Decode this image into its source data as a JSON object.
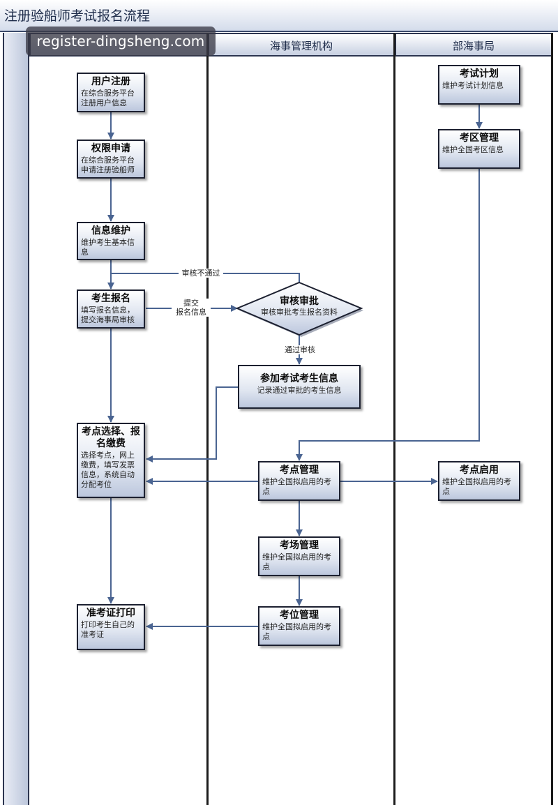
{
  "title": "注册验船师考试报名流程",
  "watermark": "register-dingsheng.com",
  "lanes": {
    "left": "",
    "middle": "海事管理机构",
    "right": "部海事局"
  },
  "nodes": {
    "user_register": {
      "title": "用户注册",
      "desc": "在综合服务平台注册用户信息"
    },
    "permission_apply": {
      "title": "权限申请",
      "desc": "在综合服务平台申请注册验船师"
    },
    "info_maintain": {
      "title": "信息维护",
      "desc": "维护考生基本信息"
    },
    "candidate_register": {
      "title": "考生报名",
      "desc": "填写报名信息，提交海事局审核"
    },
    "site_select_pay": {
      "title": "考点选择、报名缴费",
      "desc": "选择考点，网上缴费，填写发票信息，系统自动分配考位"
    },
    "ticket_print": {
      "title": "准考证打印",
      "desc": "打印考生自己的准考证"
    },
    "review_approve": {
      "title": "审核审批",
      "desc": "审核审批考生报名资料"
    },
    "join_exam_info": {
      "title": "参加考试考生信息",
      "desc": "记录通过审批的考生信息"
    },
    "site_manage": {
      "title": "考点管理",
      "desc": "维护全国拟启用的考点"
    },
    "venue_manage": {
      "title": "考场管理",
      "desc": "维护全国拟启用的考点"
    },
    "seat_manage": {
      "title": "考位管理",
      "desc": "维护全国拟启用的考点"
    },
    "exam_plan": {
      "title": "考试计划",
      "desc": "维护考试计划信息"
    },
    "area_manage": {
      "title": "考区管理",
      "desc": "维护全国考区信息"
    },
    "site_enable": {
      "title": "考点启用",
      "desc": "维护全国拟启用的考点"
    }
  },
  "edge_labels": {
    "review_fail": "审核不通过",
    "submit_info": "提交\n报名信息",
    "review_pass": "通过审核"
  }
}
